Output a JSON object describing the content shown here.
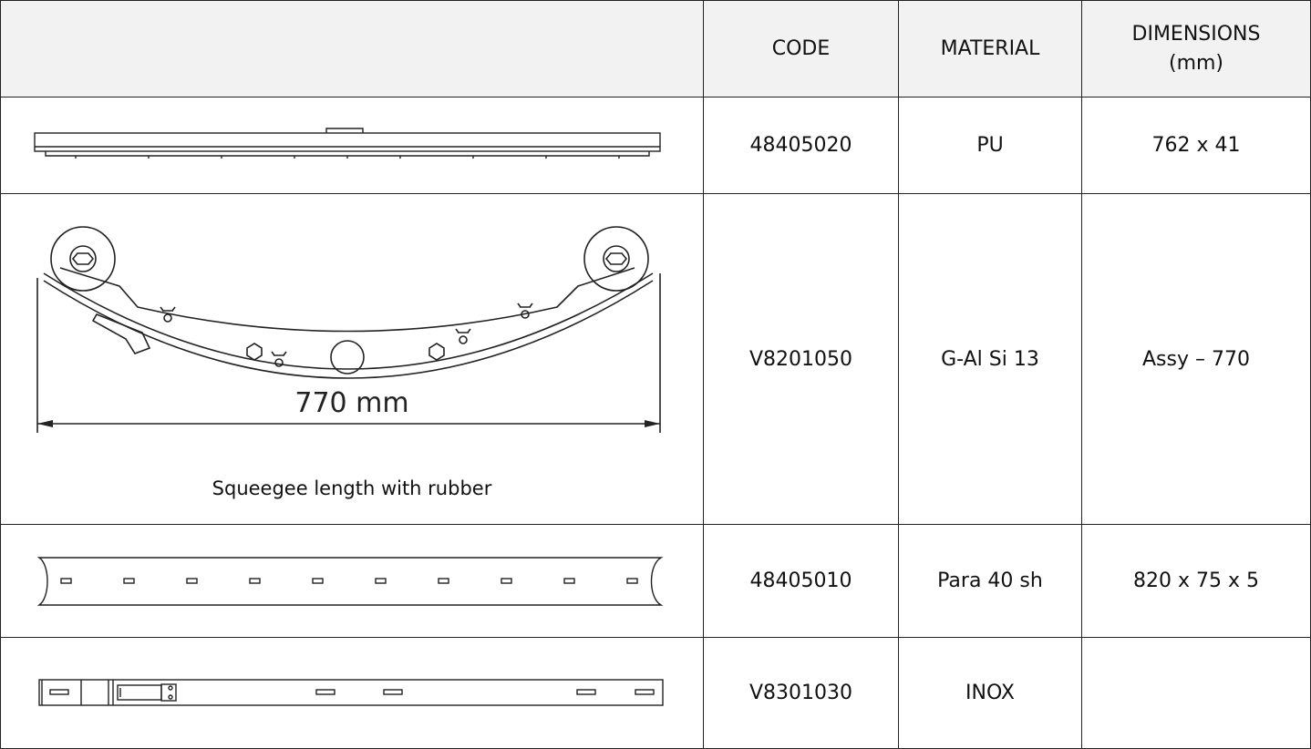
{
  "headers": {
    "code": "CODE",
    "material": "MATERIAL",
    "dimensions_line1": "DIMENSIONS",
    "dimensions_line2": "(mm)"
  },
  "rows": [
    {
      "code": "48405020",
      "material": "PU",
      "dimensions": "762 x 41",
      "drawing_icon": "rubber-blade-drawing-icon"
    },
    {
      "code": "V8201050",
      "material": "G-Al Si 13",
      "dimensions": "Assy – 770",
      "drawing_icon": "squeegee-assembly-drawing-icon",
      "dimension_label": "770  mm",
      "caption": "Squeegee length with rubber"
    },
    {
      "code": "48405010",
      "material": "Para 40 sh",
      "dimensions": "820 x 75 x 5",
      "drawing_icon": "rubber-strip-drawing-icon"
    },
    {
      "code": "V8301030",
      "material": "INOX",
      "dimensions": "",
      "drawing_icon": "steel-bar-drawing-icon"
    }
  ]
}
